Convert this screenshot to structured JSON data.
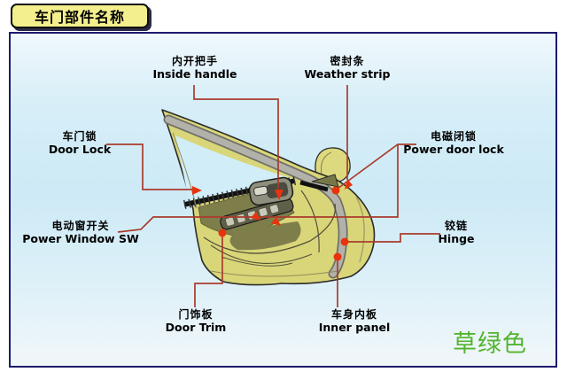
{
  "title": {
    "text": "车门部件名称"
  },
  "labels": {
    "inside_handle": {
      "zh": "内开把手",
      "en": "Inside handle"
    },
    "weather_strip": {
      "zh": "密封条",
      "en": "Weather strip"
    },
    "door_lock": {
      "zh": "车门锁",
      "en": "Door Lock"
    },
    "power_door_lock": {
      "zh": "电磁闭锁",
      "en": "Power door lock"
    },
    "power_window_sw": {
      "zh": "电动窗开关",
      "en": "Power Window SW"
    },
    "hinge": {
      "zh": "铰链",
      "en": "Hinge"
    },
    "door_trim": {
      "zh": "门饰板",
      "en": "Door Trim"
    },
    "inner_panel": {
      "zh": "车身内板",
      "en": "Inner panel"
    }
  },
  "watermark": {
    "text": "草绿色",
    "color": "#53b42f"
  },
  "colors": {
    "panel_border": "#1b1b6e",
    "panel_bg_mid": "#cdeaf6",
    "title_bg": "#f3ef8d",
    "leader_line": "#a93b2c",
    "marker_red": "#e8330e",
    "door_yellow": "#d9d67a",
    "trim_olive": "#7e7e4b",
    "strip_gray": "#b2b2aa",
    "belt_black": "#111111"
  }
}
